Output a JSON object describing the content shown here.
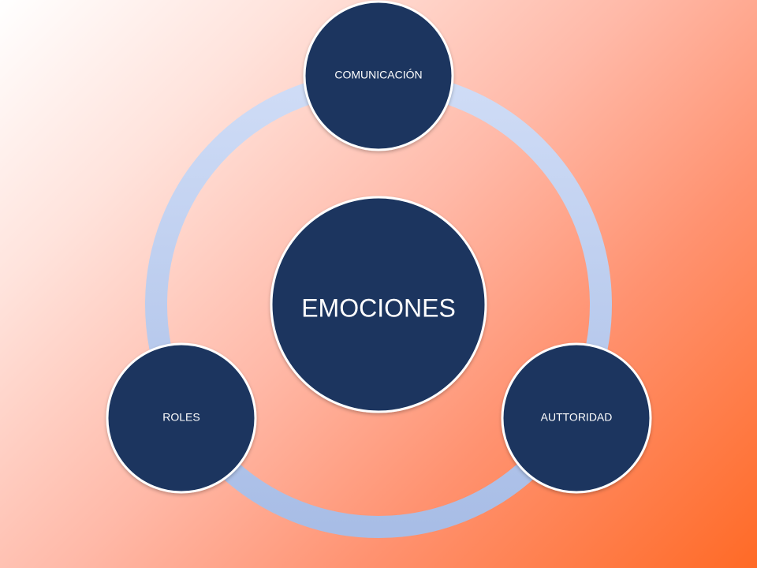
{
  "diagram": {
    "center": {
      "label": "EMOCIONES"
    },
    "nodes": [
      {
        "id": "top",
        "label": "COMUNICACIÓN"
      },
      {
        "id": "right",
        "label": "AUTTORIDAD"
      },
      {
        "id": "left",
        "label": "ROLES"
      }
    ]
  },
  "colors": {
    "node_fill": "#1b365f",
    "ring": "#bcd0f0",
    "text": "#ffffff",
    "background_start": "#ffffff",
    "background_end": "#ff6a26"
  }
}
